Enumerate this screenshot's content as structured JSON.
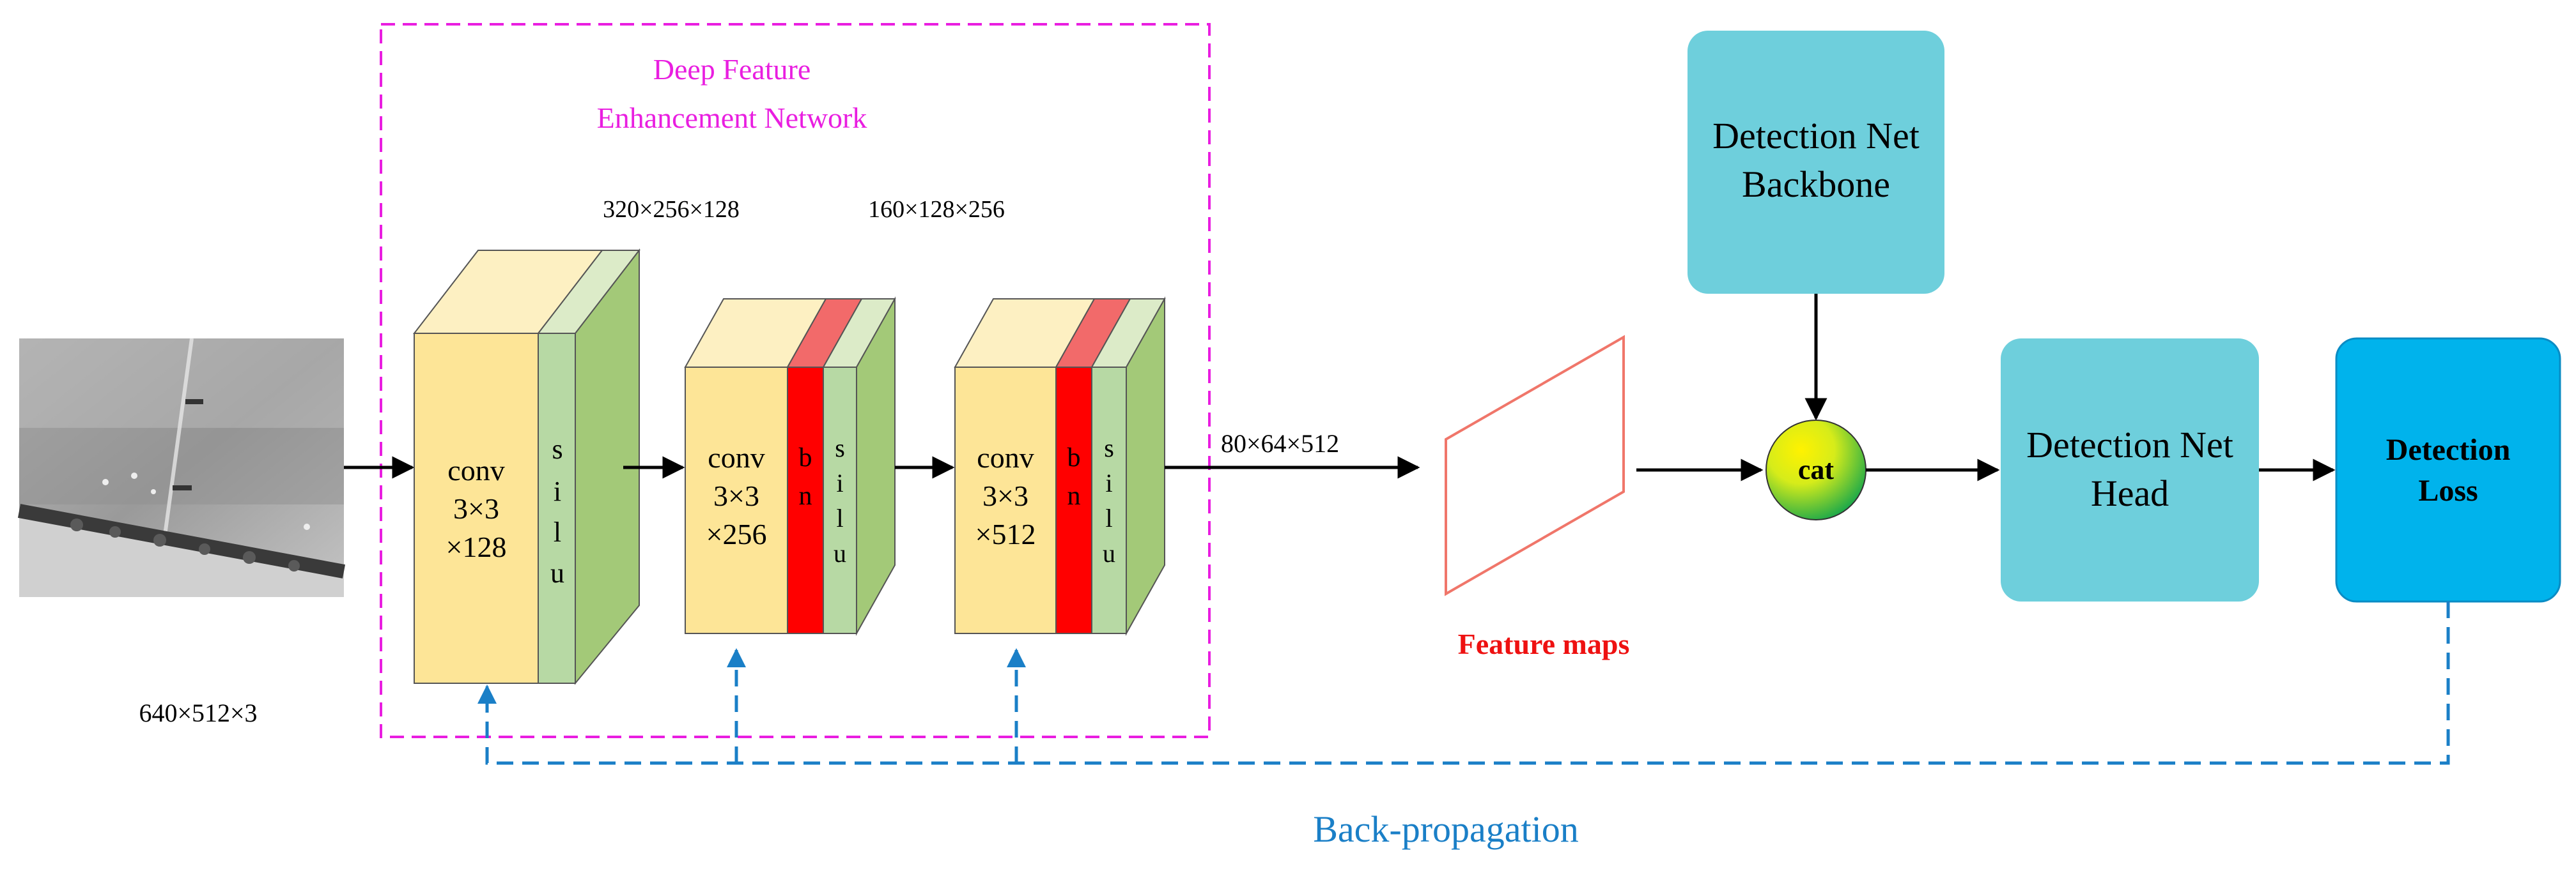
{
  "title": {
    "line1": "Deep Feature",
    "line2": "Enhancement Network",
    "color": "#e91ee0"
  },
  "dims": {
    "input": "640×512×3",
    "block2_top": "320×256×128",
    "block3_top": "160×128×256",
    "output": "80×64×512"
  },
  "blocks": [
    {
      "conv": "conv",
      "kernel": "3×3",
      "channels": "×128",
      "letters_silu": [
        "s",
        "i",
        "l",
        "u"
      ]
    },
    {
      "conv": "conv",
      "kernel": "3×3",
      "channels": "×256",
      "letters_bn": [
        "b",
        "n"
      ],
      "letters_silu": [
        "s",
        "i",
        "l",
        "u"
      ]
    },
    {
      "conv": "conv",
      "kernel": "3×3",
      "channels": "×512",
      "letters_bn": [
        "b",
        "n"
      ],
      "letters_silu": [
        "s",
        "i",
        "l",
        "u"
      ]
    }
  ],
  "feature_maps": {
    "label": "Feature maps",
    "color": "#ee1111"
  },
  "backbone": {
    "line1": "Detection Net",
    "line2": "Backbone"
  },
  "cat_label": "cat",
  "head": {
    "line1": "Detection Net",
    "line2": "Head"
  },
  "loss": {
    "line1": "Detection",
    "line2": "Loss"
  },
  "backprop": {
    "label": "Back-propagation",
    "color": "#1a7fc7"
  },
  "colors": {
    "conv_face": "#fde597",
    "conv_top": "#fdf0c2",
    "silu_face": "#b7d9a4",
    "silu_side": "#a3c978",
    "bn": "#ff0000",
    "bn_top": "#f26a6a",
    "detect_box": "#6ecfdc",
    "loss_box": "#00b3ec"
  }
}
